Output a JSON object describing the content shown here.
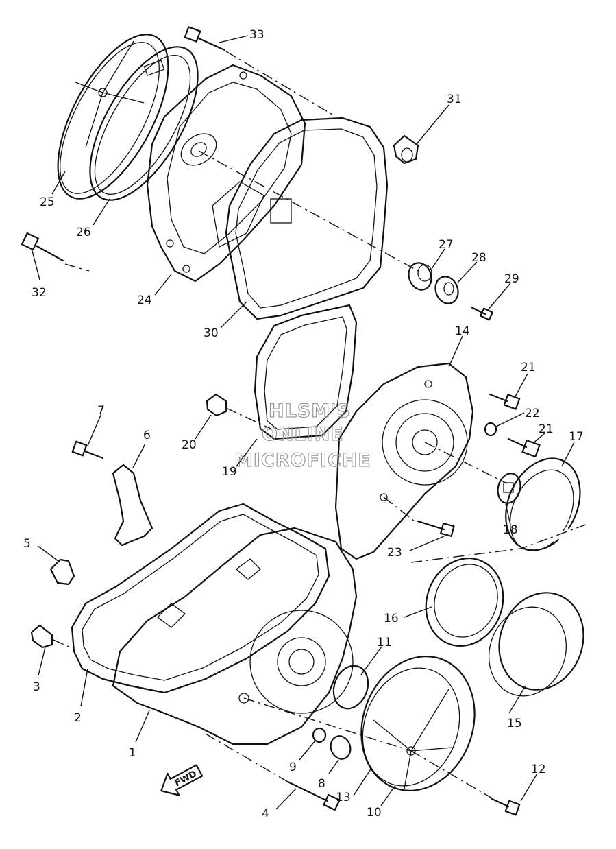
{
  "watermark": [
    "HLSM'S",
    "ONLINE",
    "MICROFICHE"
  ],
  "direction_label": "FWD",
  "callouts": [
    "1",
    "2",
    "3",
    "4",
    "5",
    "6",
    "7",
    "8",
    "9",
    "10",
    "11",
    "12",
    "13",
    "14",
    "15",
    "16",
    "17",
    "18",
    "19",
    "20",
    "21",
    "21",
    "22",
    "23",
    "24",
    "25",
    "26",
    "27",
    "28",
    "29",
    "30",
    "31",
    "32",
    "33"
  ]
}
